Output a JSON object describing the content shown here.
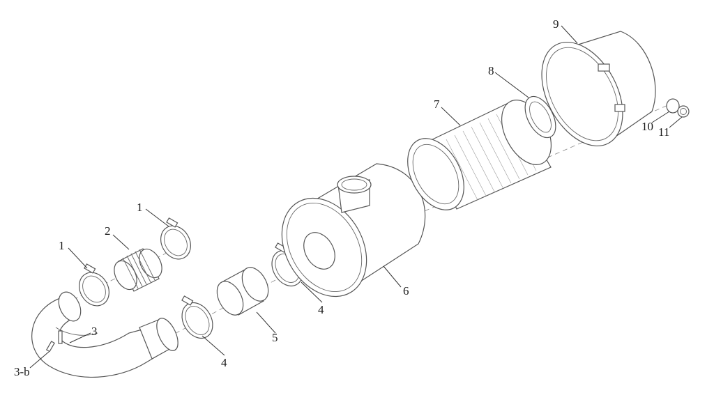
{
  "labels": {
    "l1a": "1",
    "l1b": "1",
    "l2": "2",
    "l3": "3",
    "l3b": "3-b",
    "l4a": "4",
    "l4b": "4",
    "l5": "5",
    "l6": "6",
    "l7": "7",
    "l8": "8",
    "l9": "9",
    "l10": "10",
    "l11": "11"
  },
  "colors": {
    "line": "#555555",
    "text": "#1a1a1a",
    "background": "#ffffff"
  }
}
